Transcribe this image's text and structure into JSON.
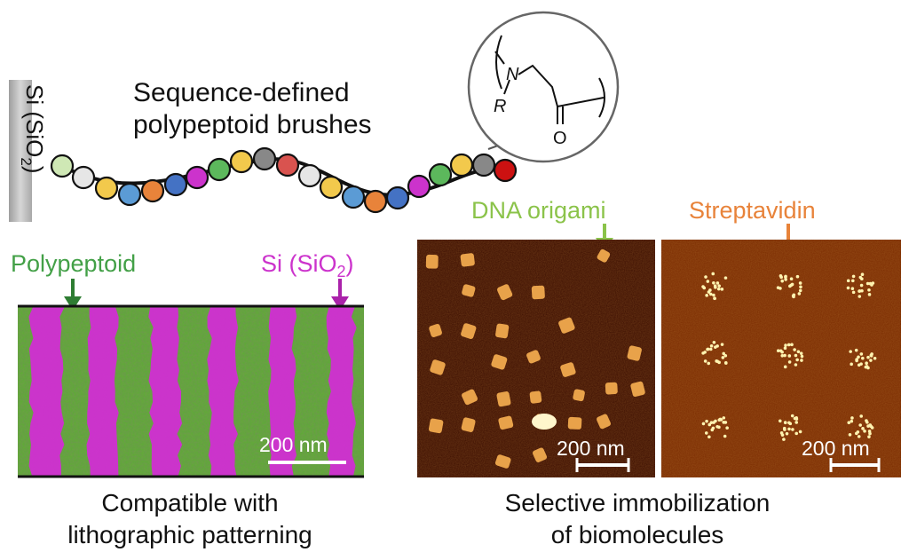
{
  "title": {
    "line1": "Sequence-defined",
    "line2": "polypeptoid brushes"
  },
  "substrate": {
    "prefix": "Si (SiO",
    "subscript": "2",
    "suffix": ")",
    "color": "#bdbdbd"
  },
  "chemical_structure": {
    "atoms": {
      "n": "N",
      "r": "R",
      "o": "O"
    }
  },
  "chain": {
    "bead_colors": [
      "#cfe8b5",
      "#e6e6e6",
      "#f2c94c",
      "#5b9bd5",
      "#e8833a",
      "#4472c4",
      "#cc33cc",
      "#5cb85c",
      "#f2c94c",
      "#888888",
      "#d9534f",
      "#e6e6e6",
      "#f2c94c",
      "#5b9bd5",
      "#e8833a",
      "#4472c4",
      "#cc33cc",
      "#5cb85c",
      "#f2c94c",
      "#888888",
      "#cc1111"
    ]
  },
  "patterning": {
    "labels": {
      "polypeptoid": "Polypeptoid",
      "si_prefix": "Si (SiO",
      "si_subscript": "2",
      "si_suffix": ")"
    },
    "colors": {
      "polypeptoid": "#43a047",
      "si": "#cc33cc"
    },
    "scale_bar": "200 nm",
    "caption_line1": "Compatible with",
    "caption_line2": "lithographic patterning"
  },
  "afm": {
    "dna_label": "DNA origami",
    "dna_color": "#8bc34a",
    "strep_label": "Streptavidin",
    "strep_color": "#e8833a",
    "scale_bar_left": "200 nm",
    "scale_bar_right": "200 nm",
    "caption_line1": "Selective immobilization",
    "caption_line2": "of biomolecules"
  }
}
